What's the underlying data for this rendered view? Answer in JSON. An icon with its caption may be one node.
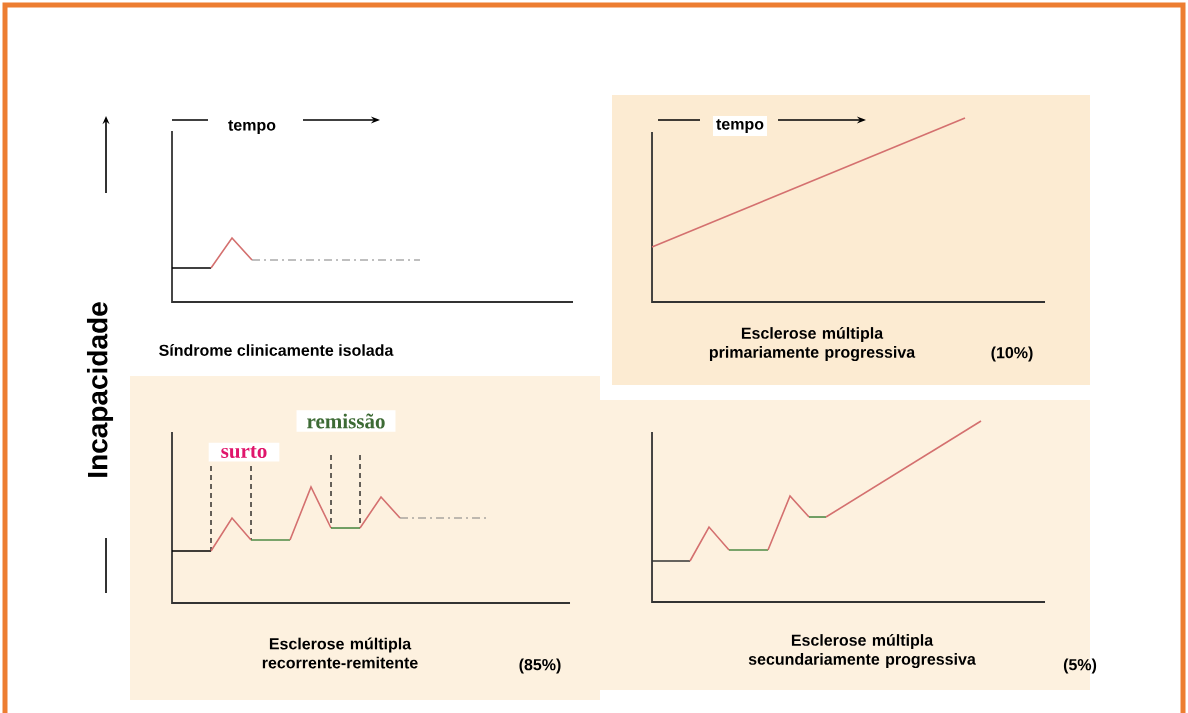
{
  "diagram": {
    "labels": [
      "Incapacidade",
      "tempo",
      "tempo",
      "Síndrome clinicamente isolada",
      "Esclerose múltipla primariamente progressiva",
      "(10%)",
      "surto",
      "remissão",
      "Esclerose múltipla recorrente-remitente",
      "(85%)",
      "Esclerose múltipla secundariamente progressiva",
      "(5%)"
    ]
  }
}
